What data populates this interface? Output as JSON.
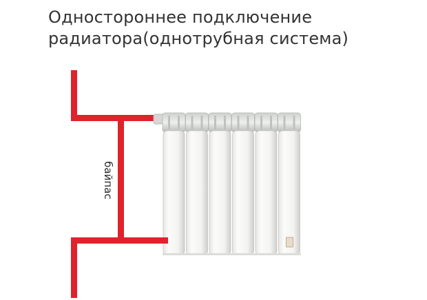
{
  "title": {
    "line1": "Одностороннее подключение",
    "line2": "радиатора(однотрубная система)"
  },
  "bypass_label": "байпас",
  "colors": {
    "pipe": "#e0222b",
    "radiator": "#f4f4f2",
    "radiator_shade": "#d9d9d6",
    "text": "#333333"
  },
  "radiator": {
    "sections": 6
  }
}
